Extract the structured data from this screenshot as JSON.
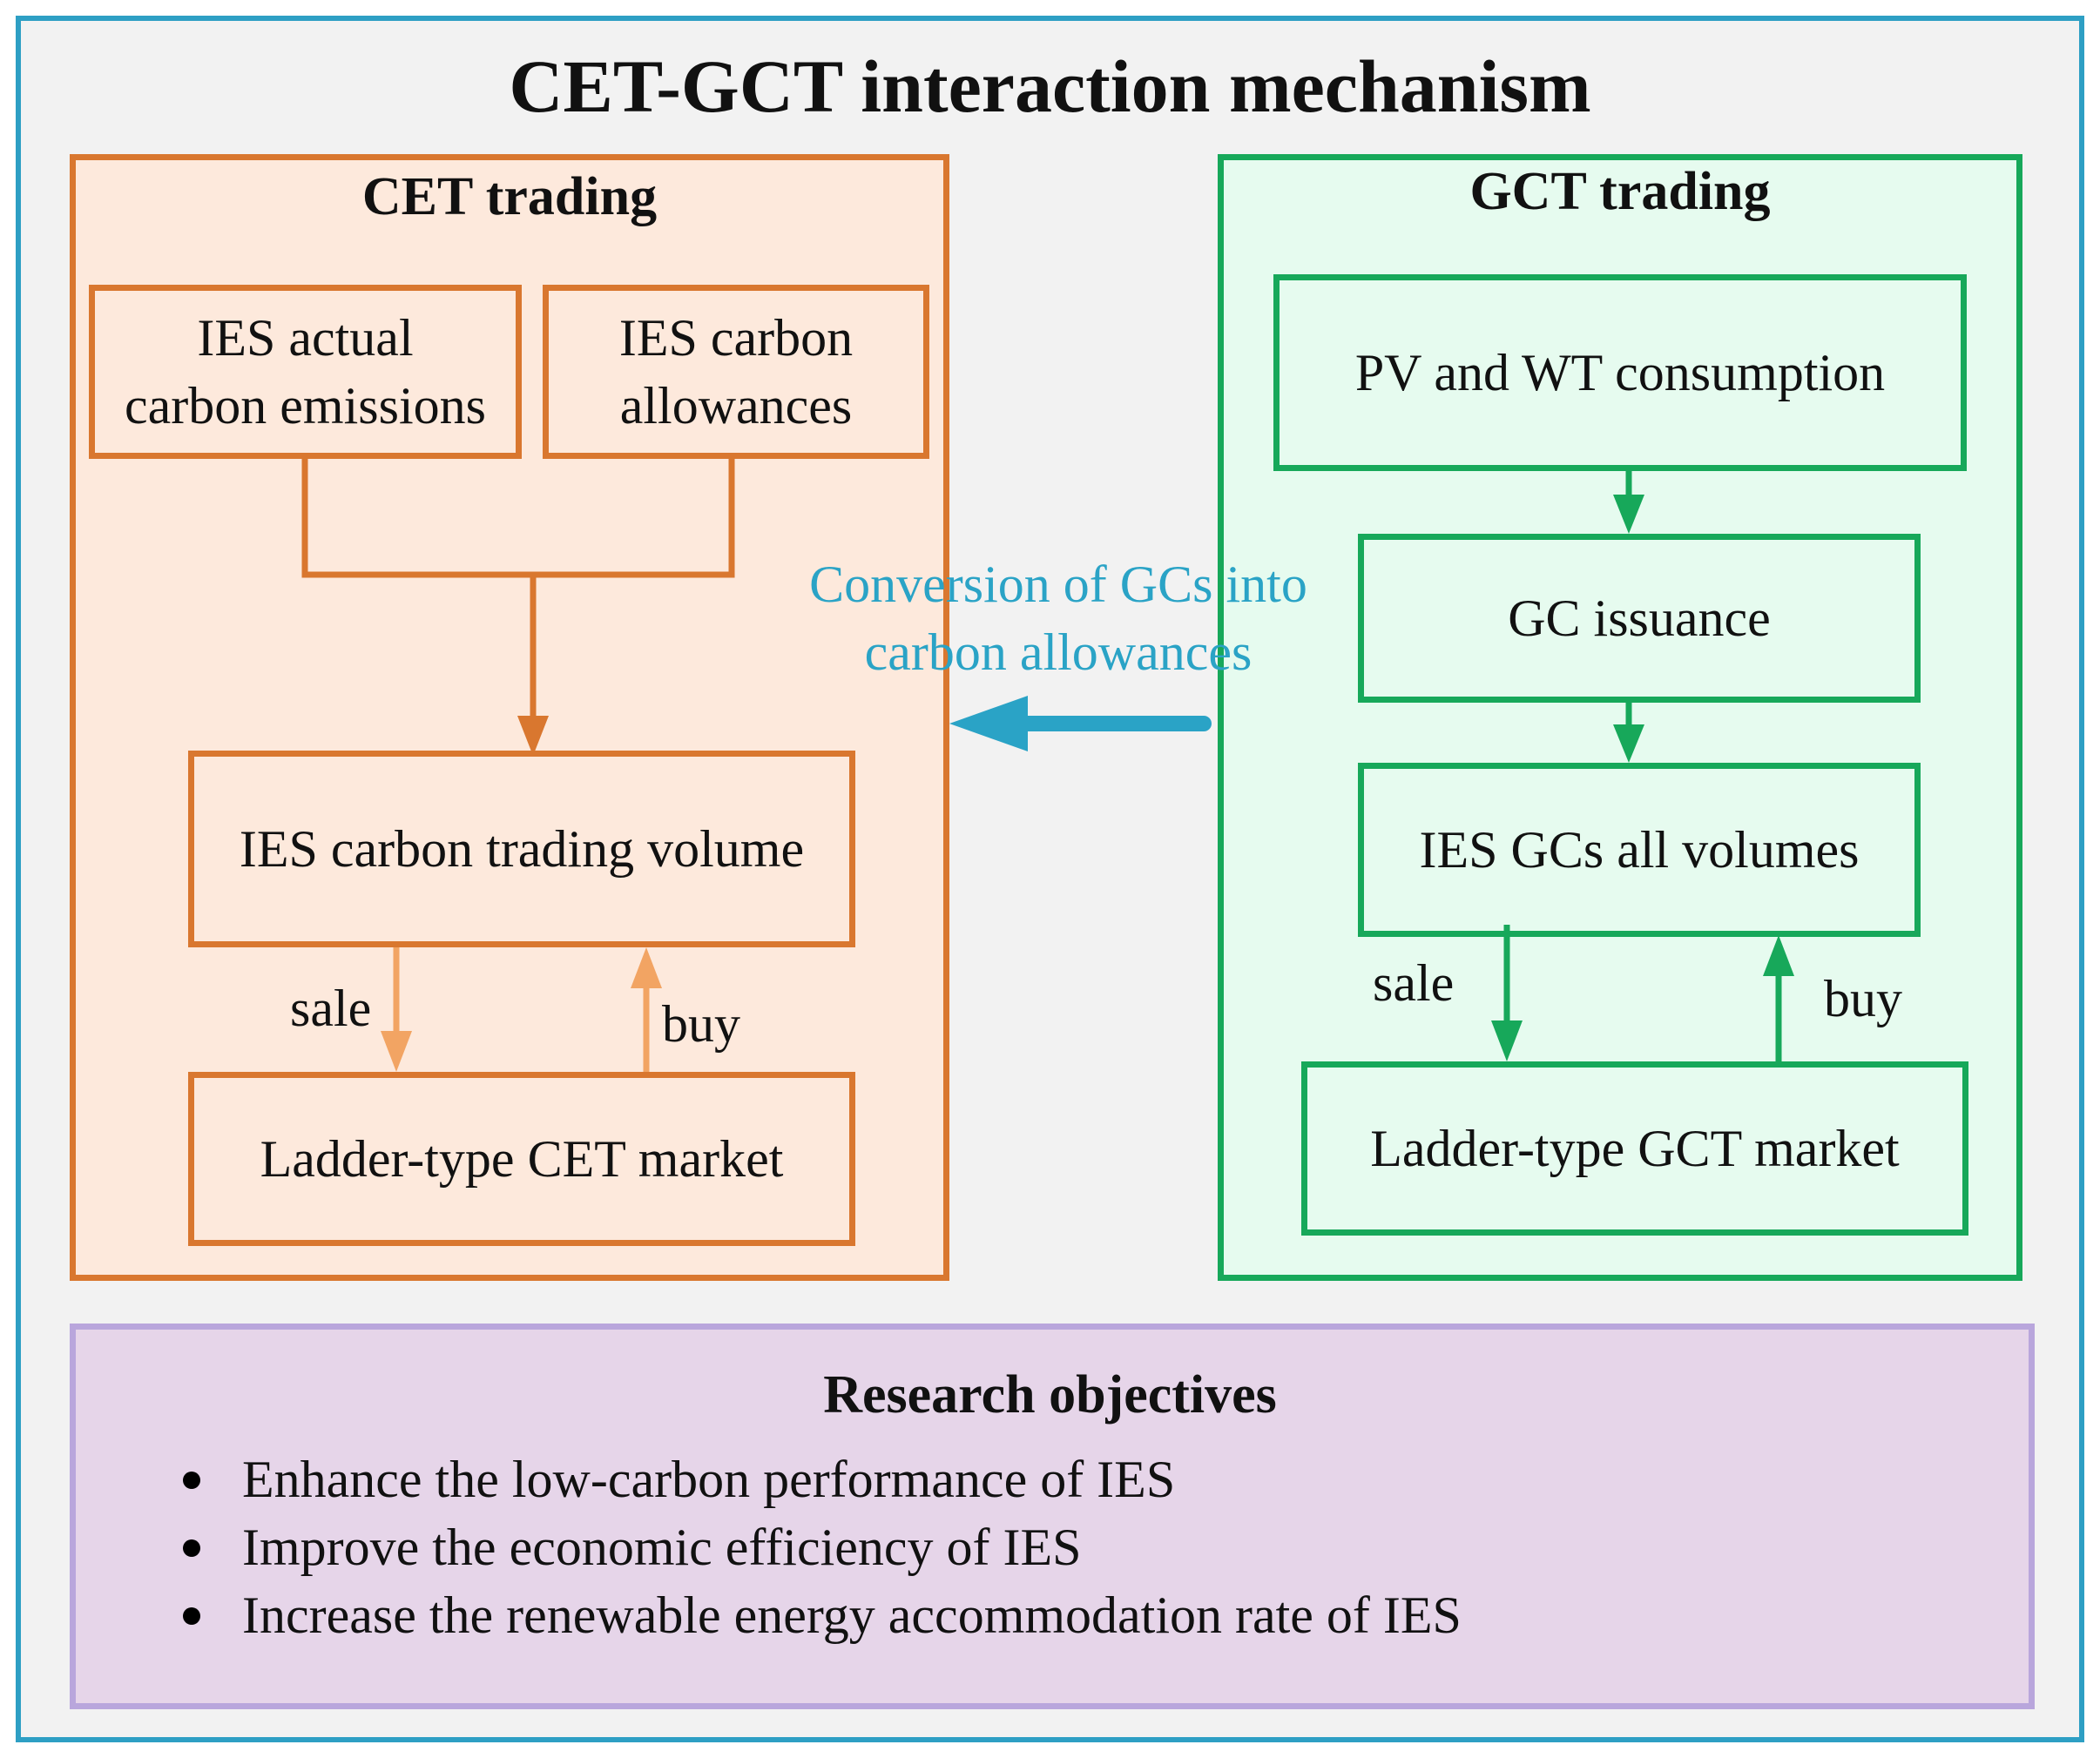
{
  "title": "CET-GCT interaction mechanism",
  "cet": {
    "title": "CET trading",
    "actual_emissions": [
      "IES actual",
      "carbon emissions"
    ],
    "allowances": [
      "IES carbon",
      "allowances"
    ],
    "trading_volume": "IES carbon trading volume",
    "sale": "sale",
    "buy": "buy",
    "market": "Ladder-type CET market"
  },
  "gct": {
    "title": "GCT trading",
    "consumption": "PV and WT consumption",
    "issuance": "GC issuance",
    "volumes": "IES GCs all volumes",
    "sale": "sale",
    "buy": "buy",
    "market": "Ladder-type GCT market"
  },
  "conversion": [
    "Conversion of GCs into",
    "carbon allowances"
  ],
  "objectives": {
    "title": "Research objectives",
    "items": [
      "Enhance the low-carbon performance of IES",
      "Improve the economic efficiency of IES",
      "Increase the renewable energy accommodation rate of IES"
    ]
  },
  "colors": {
    "frame": "#2e9fc4",
    "cet": "#d9772f",
    "cet_fill": "#fde9dc",
    "cet_trade_arrow": "#f2a463",
    "gct": "#17a85a",
    "gct_fill": "#e6fbef",
    "conversion": "#2aa3c6",
    "objectives_border": "#b9a6dc",
    "objectives_fill": "#e6d5e9"
  }
}
